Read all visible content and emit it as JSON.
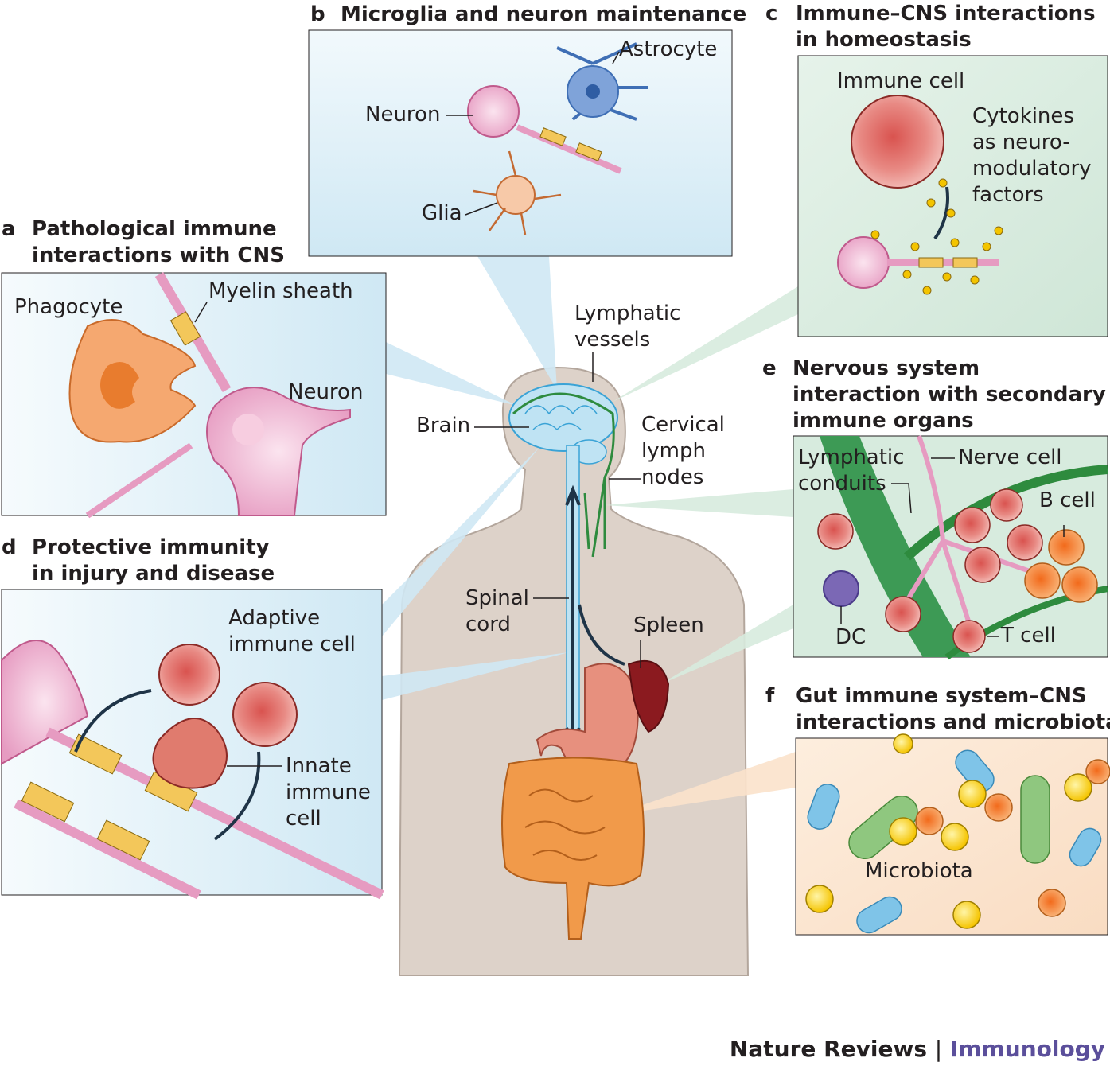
{
  "panels": {
    "a": {
      "letter": "a",
      "title": [
        "Pathological immune",
        "interactions with CNS"
      ],
      "labels": {
        "phagocyte": "Phagocyte",
        "myelin": "Myelin sheath",
        "neuron": "Neuron"
      }
    },
    "b": {
      "letter": "b",
      "title": [
        "Microglia and neuron maintenance"
      ],
      "labels": {
        "astrocyte": "Astrocyte",
        "neuron": "Neuron",
        "glia": "Glia"
      }
    },
    "c": {
      "letter": "c",
      "title": [
        "Immune–CNS interactions",
        "in homeostasis"
      ],
      "labels": {
        "immune_cell": "Immune cell",
        "cytokines": [
          "Cytokines",
          "as neuro-",
          "modulatory",
          "factors"
        ]
      }
    },
    "d": {
      "letter": "d",
      "title": [
        "Protective immunity",
        "in injury and disease"
      ],
      "labels": {
        "adaptive": [
          "Adaptive",
          "immune cell"
        ],
        "innate": [
          "Innate",
          "immune",
          "cell"
        ]
      }
    },
    "e": {
      "letter": "e",
      "title": [
        "Nervous system",
        "interaction with secondary",
        "immune organs"
      ],
      "labels": {
        "lymphatic": [
          "Lymphatic",
          "conduits"
        ],
        "nerve": "Nerve cell",
        "bcell": "B cell",
        "dc": "DC",
        "tcell": "T cell"
      }
    },
    "f": {
      "letter": "f",
      "title": [
        "Gut immune system–CNS",
        "interactions and microbiota"
      ],
      "labels": {
        "microbiota": "Microbiota"
      }
    }
  },
  "body_labels": {
    "lymphatic_vessels": [
      "Lymphatic",
      "vessels"
    ],
    "brain": "Brain",
    "cervical": [
      "Cervical",
      "lymph",
      "nodes"
    ],
    "spinal": [
      "Spinal",
      "cord"
    ],
    "spleen": "Spleen"
  },
  "footer": {
    "journal": "Nature Reviews",
    "separator": "|",
    "subject": "Immunology"
  },
  "colors": {
    "blue_panel": "#e2f1f8",
    "green_panel": "#d7ebde",
    "peach_panel": "#fbe2cb",
    "body": "#ddd2c9",
    "subject": "#5b4f9b"
  }
}
